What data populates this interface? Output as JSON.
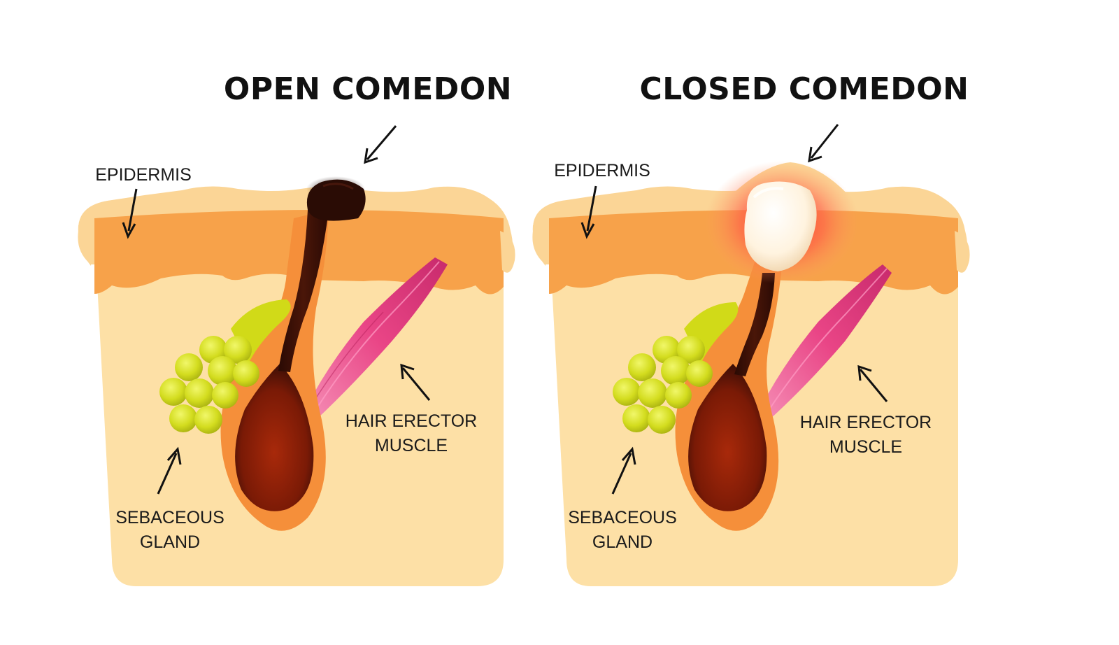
{
  "panels": [
    {
      "id": "open",
      "title": "OPEN COMEDON",
      "labels": {
        "epidermis": "EPIDERMIS",
        "muscle_line1": "HAIR ERECTOR",
        "muscle_line2": "MUSCLE",
        "gland_line1": "SEBACEOUS",
        "gland_line2": "GLAND"
      }
    },
    {
      "id": "closed",
      "title": "CLOSED COMEDON",
      "labels": {
        "epidermis": "EPIDERMIS",
        "muscle_line1": "HAIR ERECTOR",
        "muscle_line2": "MUSCLE",
        "gland_line1": "SEBACEOUS",
        "gland_line2": "GLAND"
      }
    }
  ],
  "colors": {
    "dermis": "#fde0a6",
    "epidermis_top": "#fbd596",
    "epidermis_band": "#f7a24a",
    "follicle_sheath": "#f58f3a",
    "hair_dark": "#3a0e06",
    "hair_bulb": "#8e2208",
    "muscle": "#ec4c8c",
    "muscle_light": "#f47aa8",
    "gland": "#c9d414",
    "gland_light": "#e6ef3a",
    "whitehead": "#fff5e4",
    "inflammation": "#ff3b3b",
    "blackhead": "#2a0c05"
  }
}
